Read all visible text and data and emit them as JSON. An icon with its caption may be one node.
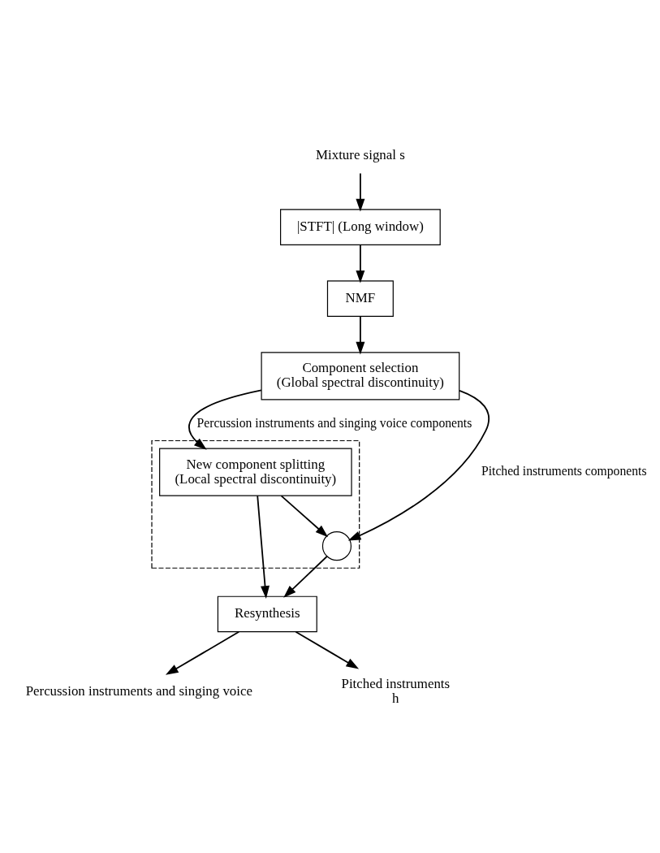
{
  "diagram": {
    "nodes": [
      {
        "text": [
          "Mixture signal s"
        ]
      },
      {
        "text": [
          "|STFT| (Long window)"
        ]
      },
      {
        "text": [
          "NMF"
        ]
      },
      {
        "text": [
          "Component selection",
          "(Global spectral discontinuity)"
        ]
      },
      {
        "text": [],
        "shape": "box"
      },
      {
        "text": [
          "New component splitting",
          "(Local spectral discontinuity)"
        ],
        "in": 4
      },
      {
        "text": [],
        "shape": "circle",
        "in": 4
      },
      {
        "text": [
          "Resynthesis"
        ]
      },
      {
        "text": [
          "Percussion instruments and singing voice"
        ]
      },
      {
        "text": [
          "Pitched instruments",
          "h"
        ]
      }
    ],
    "edges": [
      {
        "from": 0,
        "to": 1,
        "arrow": "to"
      },
      {
        "from": 1,
        "to": 2,
        "arrow": "to"
      },
      {
        "from": 2,
        "to": 3,
        "arrow": "to"
      },
      {
        "from": 3,
        "to": 5,
        "arrow": "to",
        "label": "Percussion instruments and singing voice components"
      },
      {
        "from": 3,
        "to": 6,
        "arrow": "to",
        "label": "Pitched instruments components"
      },
      {
        "from": 5,
        "to": 6,
        "arrow": "to"
      },
      {
        "from": 5,
        "to": 7,
        "arrow": "to"
      },
      {
        "from": 6,
        "to": 7,
        "arrow": "to"
      },
      {
        "from": 7,
        "to": 8,
        "arrow": "to"
      },
      {
        "from": 7,
        "to": 9,
        "arrow": "to"
      }
    ]
  }
}
